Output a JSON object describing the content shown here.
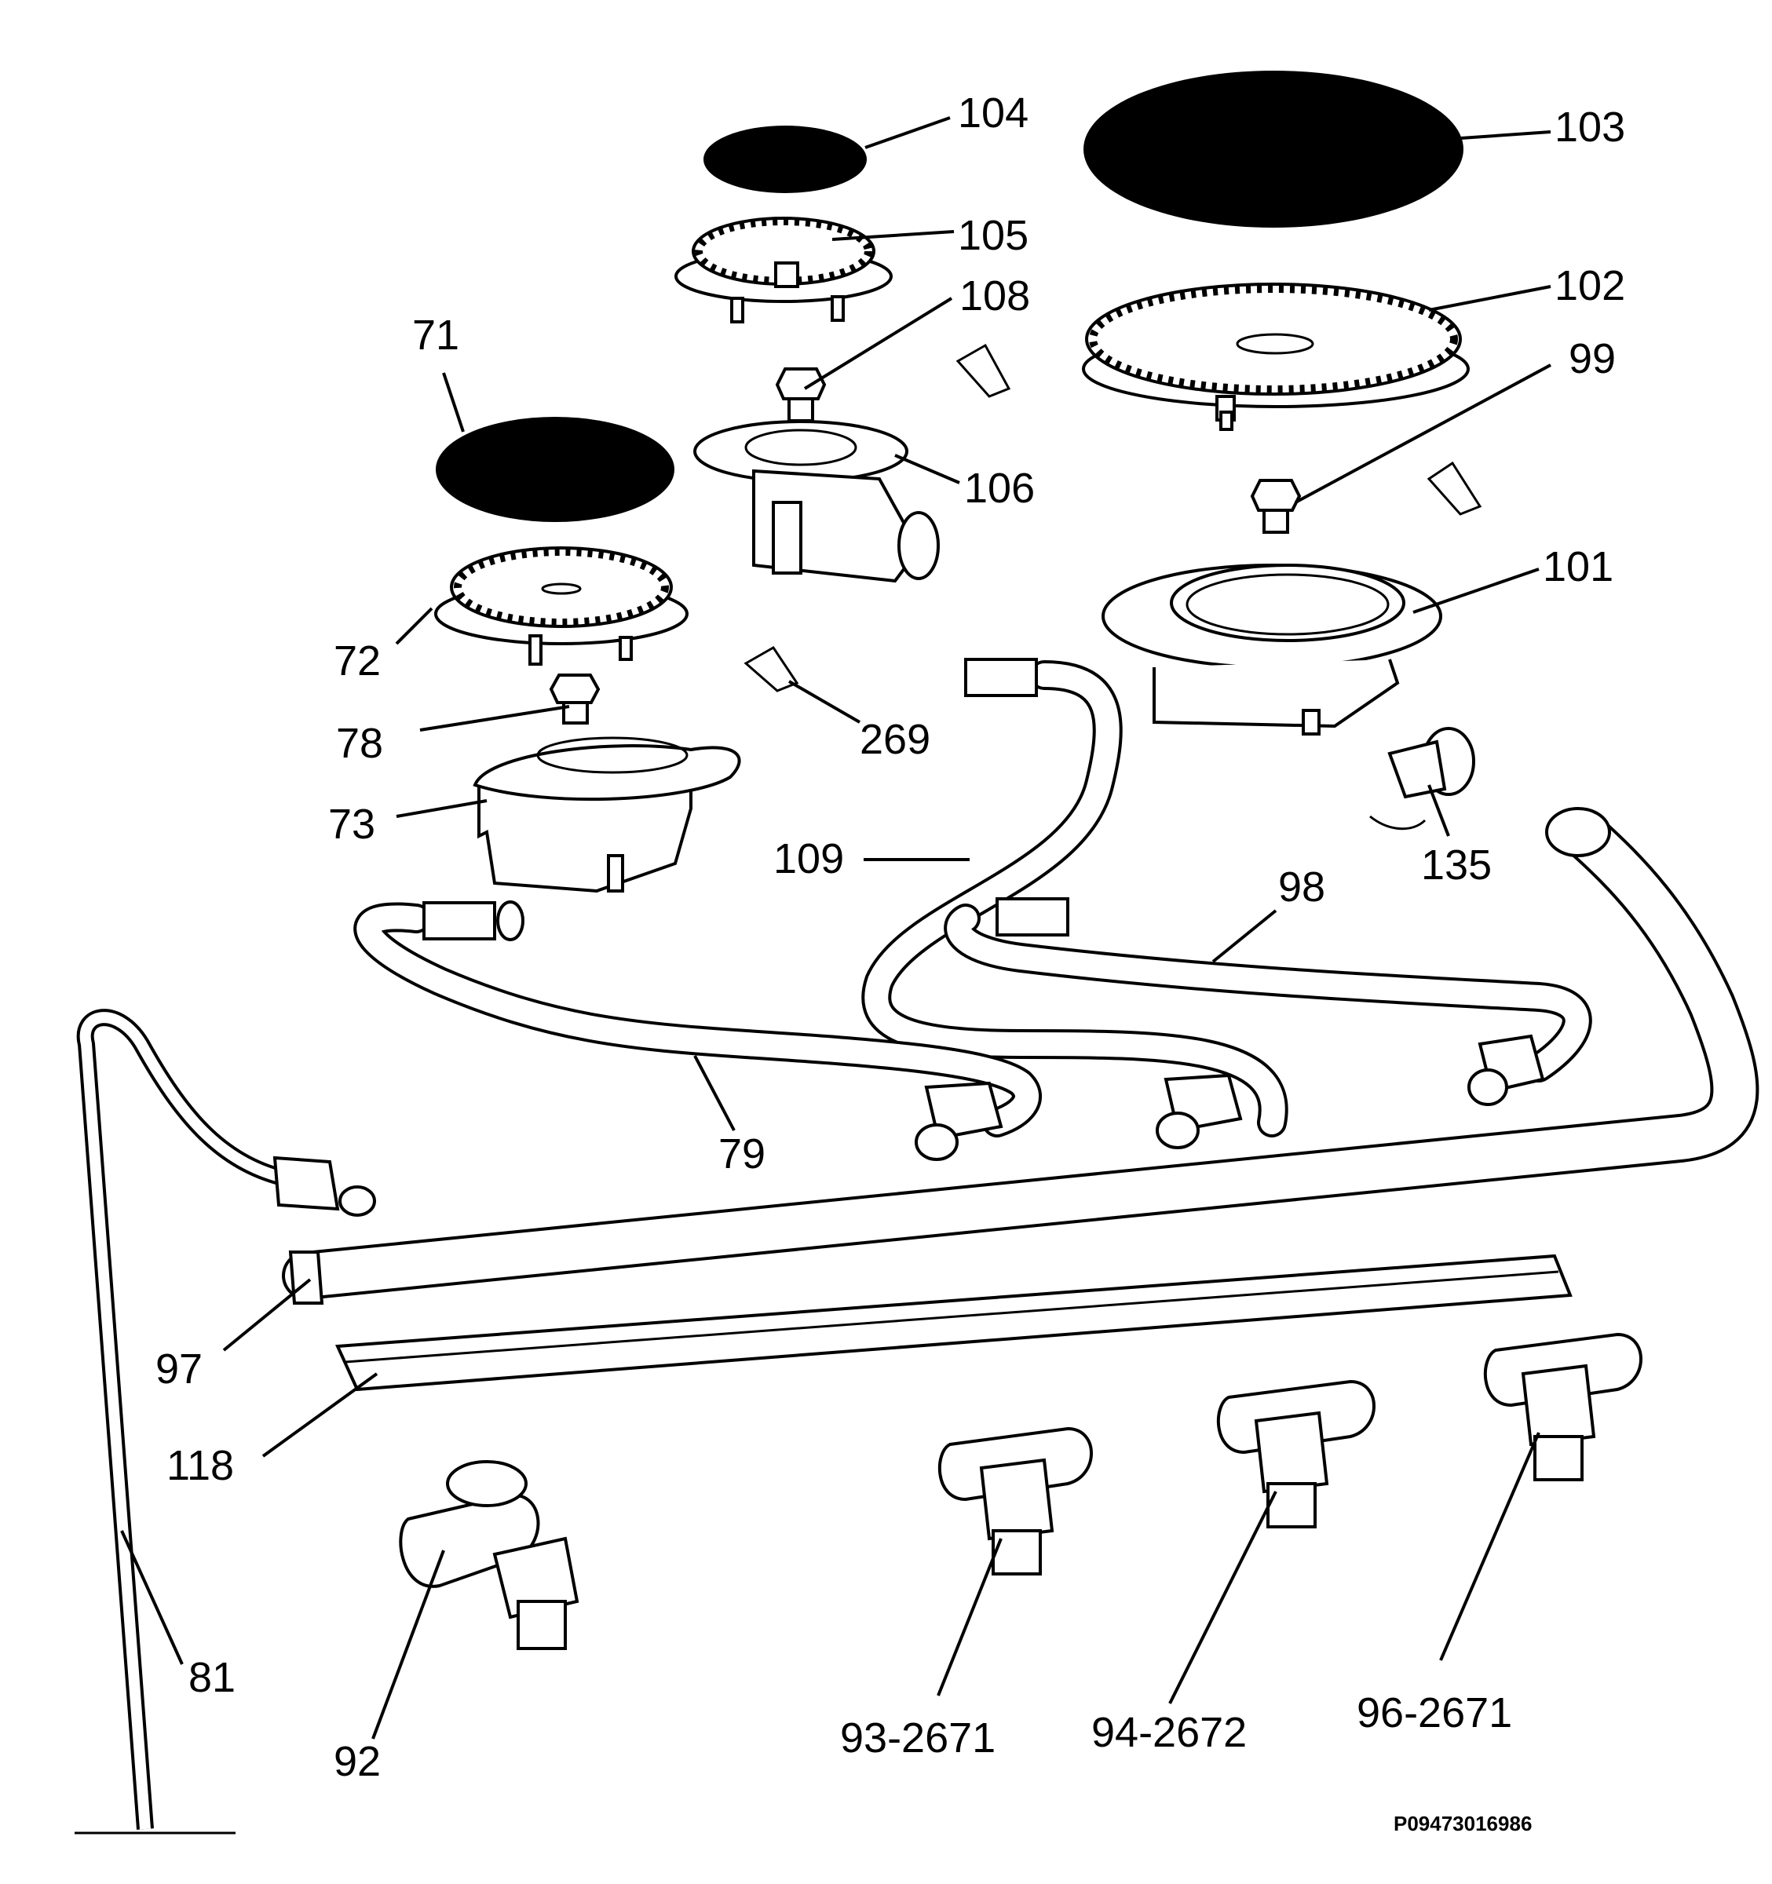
{
  "labels": {
    "p71": "71",
    "p72": "72",
    "p73": "73",
    "p78": "78",
    "p79": "79",
    "p81": "81",
    "p92": "92",
    "p93": "93-2671",
    "p94": "94-2672",
    "p96": "96-2671",
    "p97": "97",
    "p98": "98",
    "p99": "99",
    "p101": "101",
    "p102": "102",
    "p103": "103",
    "p104": "104",
    "p105": "105",
    "p106": "106",
    "p108": "108",
    "p109": "109",
    "p118": "118",
    "p135": "135",
    "p269": "269"
  },
  "diagram_code": "P09473016986"
}
